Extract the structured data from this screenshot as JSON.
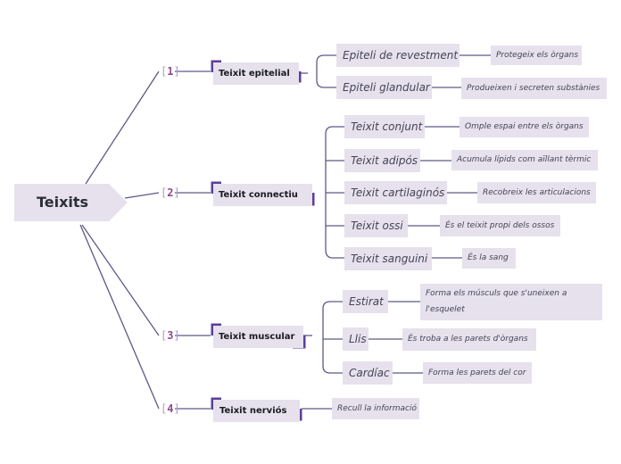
{
  "root": {
    "label": "Teixits"
  },
  "branches": [
    {
      "number": "1",
      "label": "Teixit epitelial",
      "children": [
        {
          "label": "Epiteli de revestment",
          "desc": "Protegeix els òrgans"
        },
        {
          "label": "Epiteli glandular",
          "desc": "Produeixen i secreten substànies"
        }
      ]
    },
    {
      "number": "2",
      "label": "Teixit connectiu",
      "children": [
        {
          "label": "Teixit conjunt",
          "desc": "Omple espai entre els òrgans"
        },
        {
          "label": "Teixit adipós",
          "desc": "Acumula lípids com aïllant tèrmic"
        },
        {
          "label": "Teixit cartilaginós",
          "desc": "Recobreix les articulacions"
        },
        {
          "label": "Teixit ossi",
          "desc": "És el teixit propi dels ossos"
        },
        {
          "label": "Teixit sanguini",
          "desc": "És la sang"
        }
      ]
    },
    {
      "number": "3",
      "label": "Teixit muscular",
      "children": [
        {
          "label": "Estirat",
          "desc_line1": "Forma els músculs que s'uneixen a",
          "desc_line2": "l'esquelet"
        },
        {
          "label": "Llis",
          "desc": "És troba a les parets d'òrgans"
        },
        {
          "label": "Cardíac",
          "desc": "Forma les parets del cor"
        }
      ]
    },
    {
      "number": "4",
      "label": "Teixit nerviós",
      "desc": "Recull la informació"
    }
  ],
  "colors": {
    "line": "#5c5a86",
    "accent": "#5b3f9a",
    "node_fill": "#e6e1ec",
    "number": "#8d4a8d"
  }
}
